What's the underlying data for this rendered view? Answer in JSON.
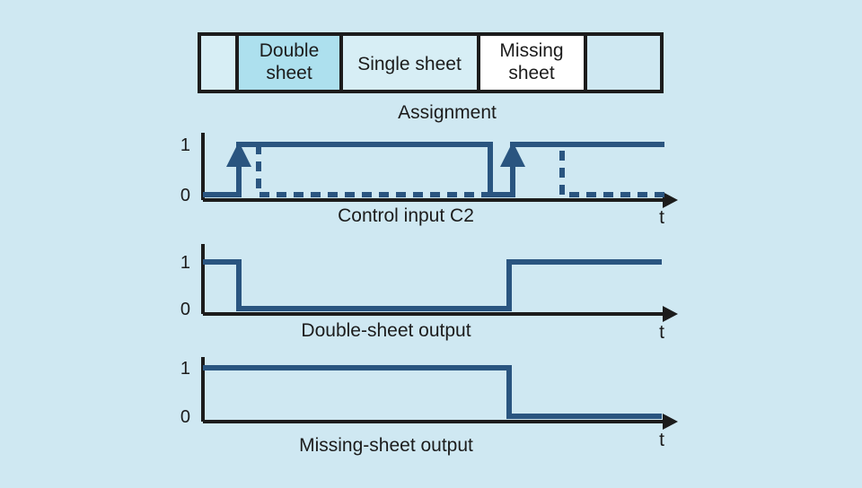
{
  "figure": {
    "background_color": "#cfe8f2",
    "signal_color": "#2a5580",
    "axis_color": "#1c1c1c",
    "title_text": "Assignment"
  },
  "assignment_bar": {
    "label": "Assignment",
    "border_color": "#1c1c1c",
    "cells": [
      {
        "text": "",
        "fill": "#d7eef5",
        "name": "cell-empty-left"
      },
      {
        "text": "Double sheet",
        "line1": "Double",
        "line2": "sheet",
        "fill": "#ade0ee",
        "name": "cell-double-sheet"
      },
      {
        "text": "Single sheet",
        "line1": "Single sheet",
        "line2": "",
        "fill": "#d7eef5",
        "name": "cell-single-sheet"
      },
      {
        "text": "Missing sheet",
        "line1": "Missing",
        "line2": "sheet",
        "fill": "#ffffff",
        "name": "cell-missing-sheet"
      },
      {
        "text": "",
        "fill": "#cfe8f2",
        "name": "cell-empty-right"
      }
    ]
  },
  "chart_data": [
    {
      "type": "line",
      "name": "control-input-c2",
      "title": "Control input C2",
      "xlabel": "t",
      "ylabel": "",
      "ytick_labels": [
        "1",
        "0"
      ],
      "ylim": [
        0,
        1
      ],
      "grid": false,
      "legend": "none",
      "series": [
        {
          "name": "C2 solid",
          "style": "solid",
          "x": [
            0,
            40,
            40,
            320,
            320,
            345,
            345,
            515
          ],
          "values": [
            0,
            0,
            1,
            1,
            0,
            0,
            1,
            1
          ]
        },
        {
          "name": "C2 alternative (dashed)",
          "style": "dashed",
          "x": [
            62,
            62,
            320,
            400,
            400,
            515
          ],
          "values": [
            1,
            0,
            0,
            0,
            0,
            0
          ]
        }
      ],
      "annotations": [
        {
          "type": "up-arrow",
          "x": 40,
          "label": "rising edge 1"
        },
        {
          "type": "up-arrow",
          "x": 345,
          "label": "rising edge 2"
        }
      ]
    },
    {
      "type": "line",
      "name": "double-sheet-output",
      "title": "Double-sheet output",
      "xlabel": "t",
      "ylabel": "",
      "ytick_labels": [
        "1",
        "0"
      ],
      "ylim": [
        0,
        1
      ],
      "grid": false,
      "legend": "none",
      "series": [
        {
          "name": "Double-sheet output",
          "style": "solid",
          "x": [
            0,
            40,
            40,
            342,
            342,
            512
          ],
          "values": [
            1,
            1,
            0,
            0,
            1,
            1
          ]
        }
      ]
    },
    {
      "type": "line",
      "name": "missing-sheet-output",
      "title": "Missing-sheet output",
      "xlabel": "t",
      "ylabel": "",
      "ytick_labels": [
        "1",
        "0"
      ],
      "ylim": [
        0,
        1
      ],
      "grid": false,
      "legend": "none",
      "series": [
        {
          "name": "Missing-sheet output",
          "style": "solid",
          "x": [
            0,
            342,
            342,
            512
          ],
          "values": [
            1,
            1,
            0,
            0
          ]
        }
      ]
    }
  ]
}
